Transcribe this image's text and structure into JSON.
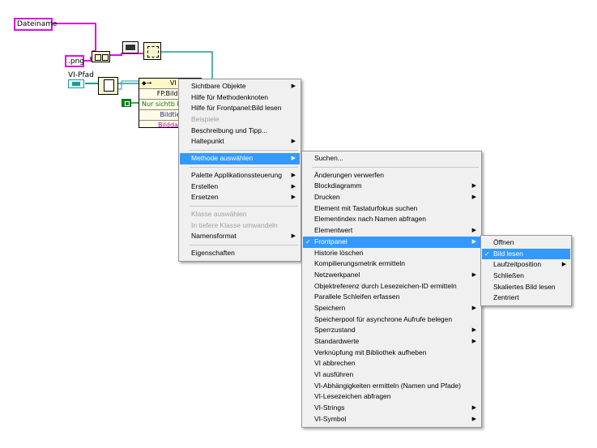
{
  "diagram": {
    "filename_label": "Dateiname",
    "png_const": ".png",
    "vi_path_label": "VI-Pfad",
    "invoke_title": "VI",
    "invoke_rows": [
      "FP.Bild le",
      "Nur sichtb B",
      "Bildtief",
      "Bilddate"
    ]
  },
  "context_menu": [
    {
      "label": "Sichtbare Objekte",
      "submenu": true
    },
    {
      "label": "Hilfe für Methodenknoten"
    },
    {
      "label": "Hilfe für Frontpanel:Bild lesen"
    },
    {
      "label": "Beispiele",
      "disabled": true
    },
    {
      "label": "Beschreibung und Tipp..."
    },
    {
      "label": "Haltepunkt",
      "submenu": true
    },
    {
      "separator": true
    },
    {
      "label": "Methode auswählen",
      "submenu": true,
      "highlighted": true
    },
    {
      "separator": true
    },
    {
      "label": "Palette Applikationssteuerung",
      "submenu": true
    },
    {
      "label": "Erstellen",
      "submenu": true
    },
    {
      "label": "Ersetzen",
      "submenu": true
    },
    {
      "separator": true
    },
    {
      "label": "Klasse auswählen",
      "disabled": true
    },
    {
      "label": "In tiefere Klasse umwandeln",
      "disabled": true
    },
    {
      "label": "Namensformat",
      "submenu": true
    },
    {
      "separator": true
    },
    {
      "label": "Eigenschaften"
    }
  ],
  "method_menu": [
    {
      "label": "Suchen..."
    },
    {
      "separator": true
    },
    {
      "label": "Änderungen verwerfen"
    },
    {
      "label": "Blockdiagramm",
      "submenu": true
    },
    {
      "label": "Drucken",
      "submenu": true
    },
    {
      "label": "Element mit Tastaturfokus suchen"
    },
    {
      "label": "Elementindex nach Namen abfragen"
    },
    {
      "label": "Elementwert",
      "submenu": true
    },
    {
      "label": "Frontpanel",
      "submenu": true,
      "highlighted": true,
      "checked": true
    },
    {
      "label": "Historie löschen"
    },
    {
      "label": "Kompilierungsmetrik ermitteln"
    },
    {
      "label": "Netzwerkpanel",
      "submenu": true
    },
    {
      "label": "Objektreferenz durch Lesezeichen-ID ermitteln"
    },
    {
      "label": "Parallele Schleifen erfassen"
    },
    {
      "label": "Speichern",
      "submenu": true
    },
    {
      "label": "Speicherpool für asynchrone Aufrufe belegen"
    },
    {
      "label": "Sperrzustand",
      "submenu": true
    },
    {
      "label": "Standardwerte",
      "submenu": true
    },
    {
      "label": "Verknüpfung mit Bibliothek aufheben"
    },
    {
      "label": "VI abbrechen"
    },
    {
      "label": "VI ausführen"
    },
    {
      "label": "VI-Abhängigkeiten ermitteln (Namen und Pfade)"
    },
    {
      "label": "VI-Lesezeichen abfragen"
    },
    {
      "label": "VI-Strings",
      "submenu": true
    },
    {
      "label": "VI-Symbol",
      "submenu": true
    }
  ],
  "frontpanel_menu": [
    {
      "label": "Öffnen"
    },
    {
      "label": "Bild lesen",
      "highlighted": true,
      "checked": true
    },
    {
      "label": "Laufzeitposition",
      "submenu": true
    },
    {
      "label": "Schließen"
    },
    {
      "label": "Skaliertes Bild lesen"
    },
    {
      "label": "Zentriert"
    }
  ],
  "glyphs": {
    "arrow": "▶",
    "check": "✓"
  },
  "colors": {
    "highlight": "#3399ff",
    "string_wire": "#e00ee0",
    "path_wire": "#1f9a9a",
    "ref_wire": "#2a8a8a"
  }
}
